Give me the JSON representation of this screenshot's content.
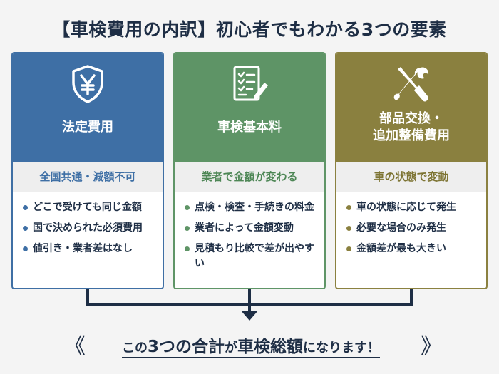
{
  "title": "【車検費用の内訳】初心者でもわかる3つの要素",
  "cards": [
    {
      "icon": "yen-shield-icon",
      "title": "法定費用",
      "subtitle": "全国共通・減額不可",
      "items": [
        "どこで受けても同じ金額",
        "国で決められた必須費用",
        "値引き・業者差はなし"
      ]
    },
    {
      "icon": "checklist-pen-icon",
      "title": "車検基本料",
      "subtitle": "業者で金額が変わる",
      "items": [
        "点検・検査・手続きの料金",
        "業者によって金額変動",
        "見積もり比較で差が出やすい"
      ]
    },
    {
      "icon": "wrench-screwdriver-icon",
      "title": "部品交換・\n追加整備費用",
      "subtitle": "車の状態で変動",
      "items": [
        "車の状態に応じて発生",
        "必要な場合のみ発生",
        "金額差が最も大きい"
      ]
    }
  ],
  "summary": {
    "left_mark": "《",
    "part1": "この",
    "part2": "3つの合計",
    "part3": "が",
    "part4": "車検総額",
    "part5": "になります！",
    "right_mark": "》"
  },
  "colors": {
    "blue": "#3e6fa5",
    "green": "#5e9466",
    "olive": "#8a803f",
    "navy": "#1e2e45"
  }
}
